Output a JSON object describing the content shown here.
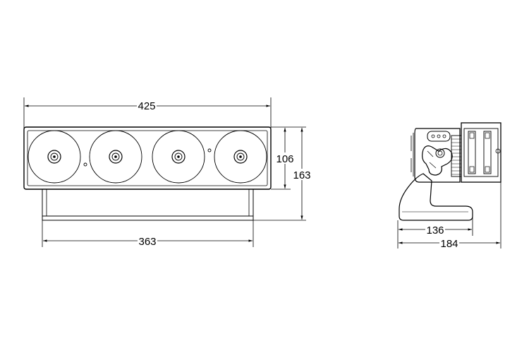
{
  "dimensions": {
    "front_width": "425",
    "front_height": "106",
    "overall_height": "163",
    "base_width": "363",
    "side_base": "136",
    "side_depth": "184"
  },
  "colors": {
    "line": "#000000",
    "lens_fill": "#ffffff",
    "background": "#ffffff"
  }
}
